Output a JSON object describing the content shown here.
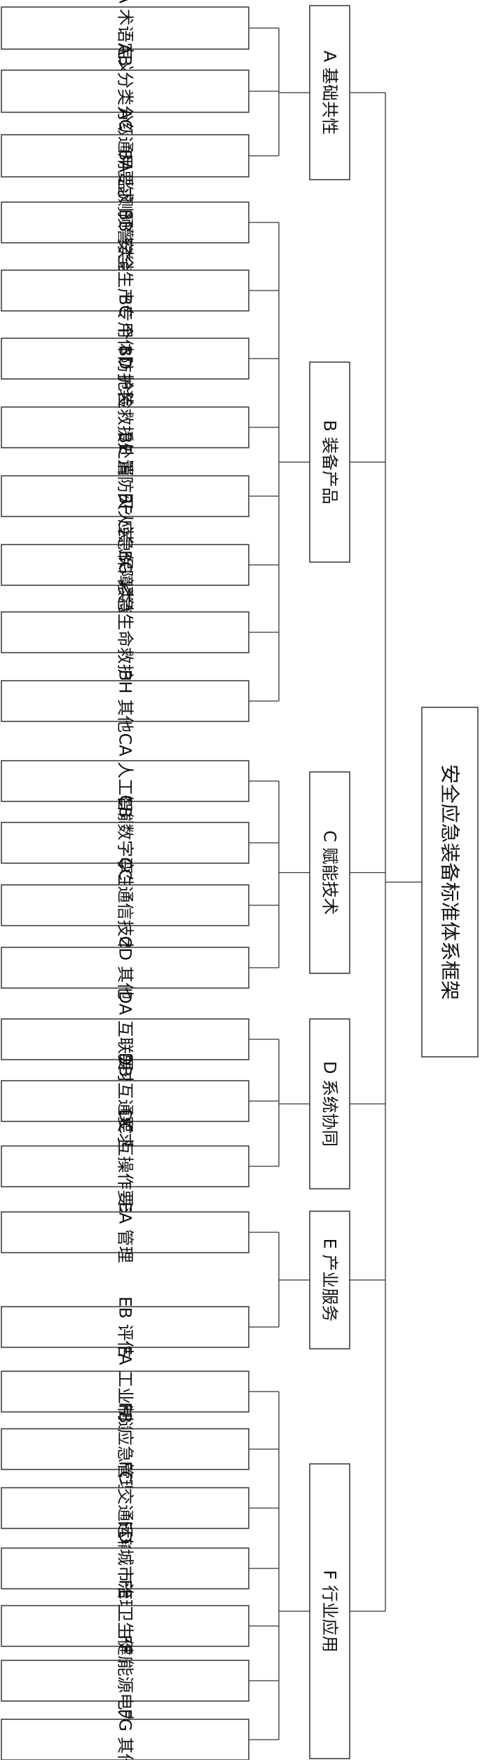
{
  "root": {
    "label": "安全应急装备标准体系框架"
  },
  "categories": [
    {
      "label": "A 基础共性",
      "items": [
        "AA 术语定义",
        "AB 分类分级",
        "AC 通用要求"
      ]
    },
    {
      "label": "B 装备产品",
      "items": [
        "BA 监测预警类装备",
        "BB 安全生产专用装备",
        "BC 个体防护装备",
        "BD 抢险救援处置装备",
        "BE 消防灭火装备",
        "BF 应急保障类装备",
        "BG 紧急生命救护装备",
        "BH 其他"
      ]
    },
    {
      "label": "C 赋能技术",
      "items": [
        "CA 人工智能",
        "CB 数字孪生",
        "CC 通信技术",
        "CD 其他"
      ]
    },
    {
      "label": "D 系统协同",
      "items": [
        "DA 互联要求",
        "DB 互通要求",
        "DC 互操作要求"
      ]
    },
    {
      "label": "E 产业服务",
      "items": [
        "EA 管理",
        "EB 评估"
      ]
    },
    {
      "label": "F 行业应用",
      "items": [
        "FA 工业制造",
        "FB 应急管理",
        "FC 交通运输",
        "FD 城市治理",
        "FE 卫生健康",
        "FF 能源电力",
        "FG 其他"
      ]
    }
  ]
}
